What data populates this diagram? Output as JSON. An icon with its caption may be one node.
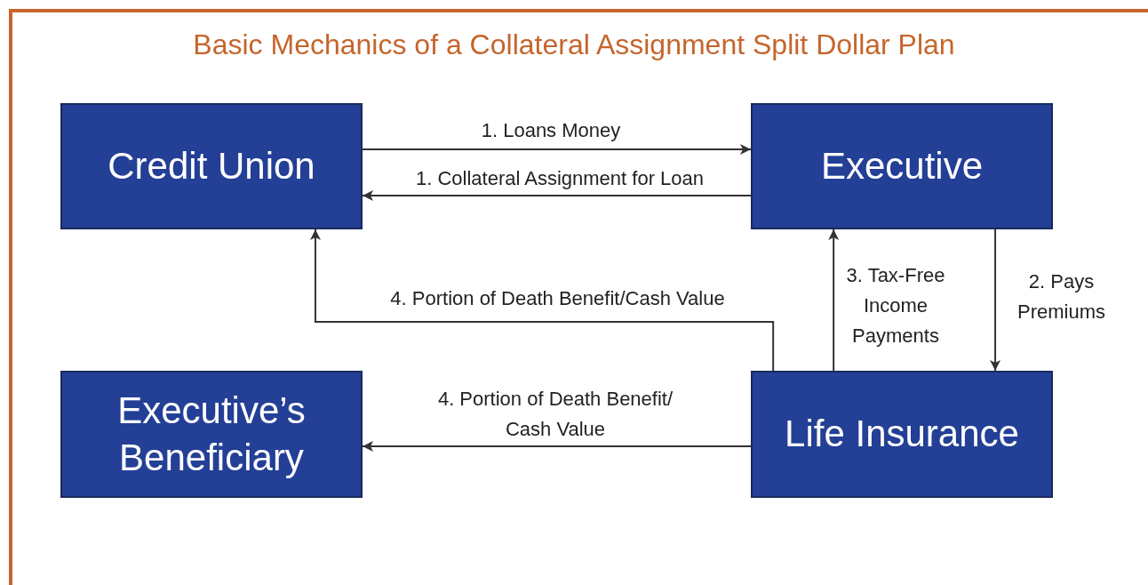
{
  "diagram": {
    "title": "Basic Mechanics of a Collateral Assignment Split Dollar Plan",
    "nodes": [
      {
        "text": [
          "Credit Union"
        ]
      },
      {
        "text": [
          "Executive"
        ]
      },
      {
        "text": [
          "Executive’s Beneficiary"
        ]
      },
      {
        "text": [
          "Life Insurance"
        ]
      }
    ],
    "edges": [
      {
        "from": 0,
        "to": 1,
        "arrow": "to",
        "label": "1. Loans Money"
      },
      {
        "from": 1,
        "to": 0,
        "arrow": "to",
        "label": "1. Collateral Assignment for Loan"
      },
      {
        "from": 1,
        "to": 3,
        "arrow": "to",
        "label": "2. Pays Premiums"
      },
      {
        "from": 3,
        "to": 1,
        "arrow": "to",
        "label": "3. Tax-Free Income Payments"
      },
      {
        "from": 3,
        "to": 0,
        "arrow": "to",
        "label": "4. Portion of Death Benefit/Cash Value"
      },
      {
        "from": 3,
        "to": 2,
        "arrow": "to",
        "label": "4. Portion of Death Benefit/ Cash Value"
      }
    ]
  }
}
